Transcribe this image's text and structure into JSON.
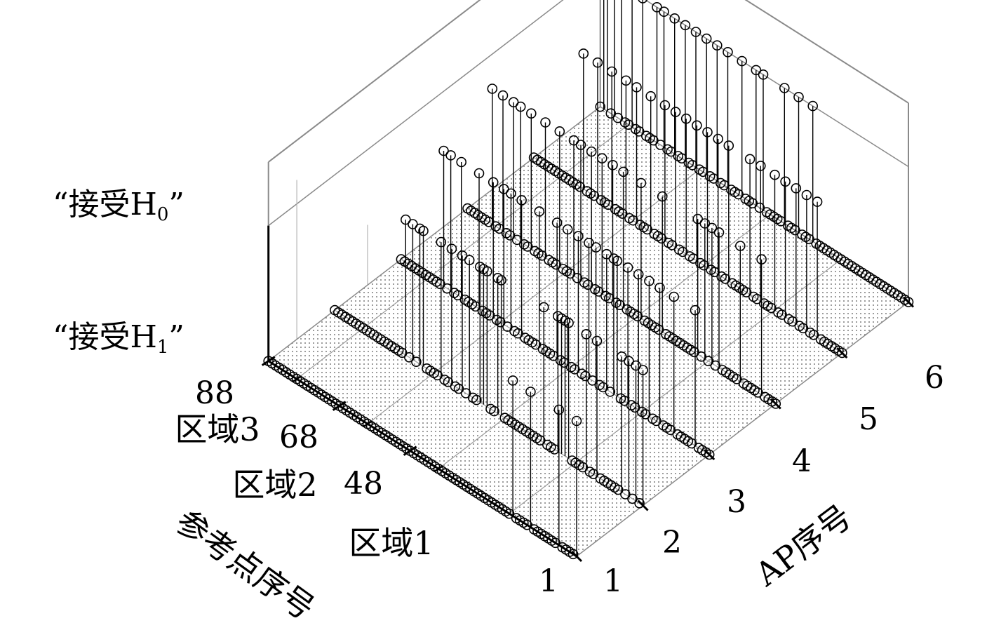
{
  "chart_data": {
    "type": "stem3d",
    "title": "",
    "xlabel": "AP序号",
    "ylabel": "参考点序号",
    "zlabel": "",
    "x_ticks": [
      "1",
      "2",
      "3",
      "4",
      "5",
      "6"
    ],
    "y_ticks": [
      "1",
      "48",
      "68",
      "88"
    ],
    "z_ticks": [
      {
        "prefix": "“接受H",
        "sub": "1",
        "suffix": "”"
      },
      {
        "prefix": "“接受H",
        "sub": "0",
        "suffix": "”"
      }
    ],
    "region_labels": [
      "区域1",
      "区域2",
      "区域3"
    ],
    "xlim": [
      1,
      6
    ],
    "ylim": [
      1,
      88
    ],
    "zlim": [
      0,
      1
    ],
    "grid": true,
    "floor_fill": "dotted",
    "series": [
      {
        "ap": 1,
        "accept_h0_points": [
          1,
          6,
          14,
          19
        ]
      },
      {
        "ap": 2,
        "accept_h0_points": [
          1,
          3,
          5,
          7,
          14,
          17,
          22,
          23,
          24,
          25,
          29,
          41,
          42,
          45,
          46,
          47,
          50,
          52,
          55,
          58,
          63,
          64,
          66,
          68
        ]
      },
      {
        "ap": 3,
        "accept_h0_points": [
          5,
          11,
          15,
          18,
          21,
          24,
          27,
          28,
          30,
          33,
          35,
          38,
          41,
          44,
          49,
          54,
          57,
          59,
          62,
          66,
          71,
          74,
          76
        ]
      },
      {
        "ap": 4,
        "accept_h0_points": [
          5,
          11,
          17,
          19,
          21,
          23,
          33,
          39,
          44,
          47,
          50,
          53,
          56,
          58,
          62,
          66,
          70,
          73,
          75,
          78,
          81
        ]
      },
      {
        "ap": 5,
        "accept_h0_points": [
          8,
          11,
          14,
          17,
          20,
          24,
          27,
          33,
          36,
          39,
          42,
          45,
          48,
          51,
          55,
          59,
          62,
          66,
          70,
          74
        ]
      },
      {
        "ap": 6,
        "accept_h0_points": [
          28,
          32,
          36,
          42,
          44,
          48,
          52,
          55,
          58,
          61,
          64,
          67,
          70,
          72,
          76,
          79,
          82,
          84,
          86,
          87
        ]
      }
    ]
  }
}
